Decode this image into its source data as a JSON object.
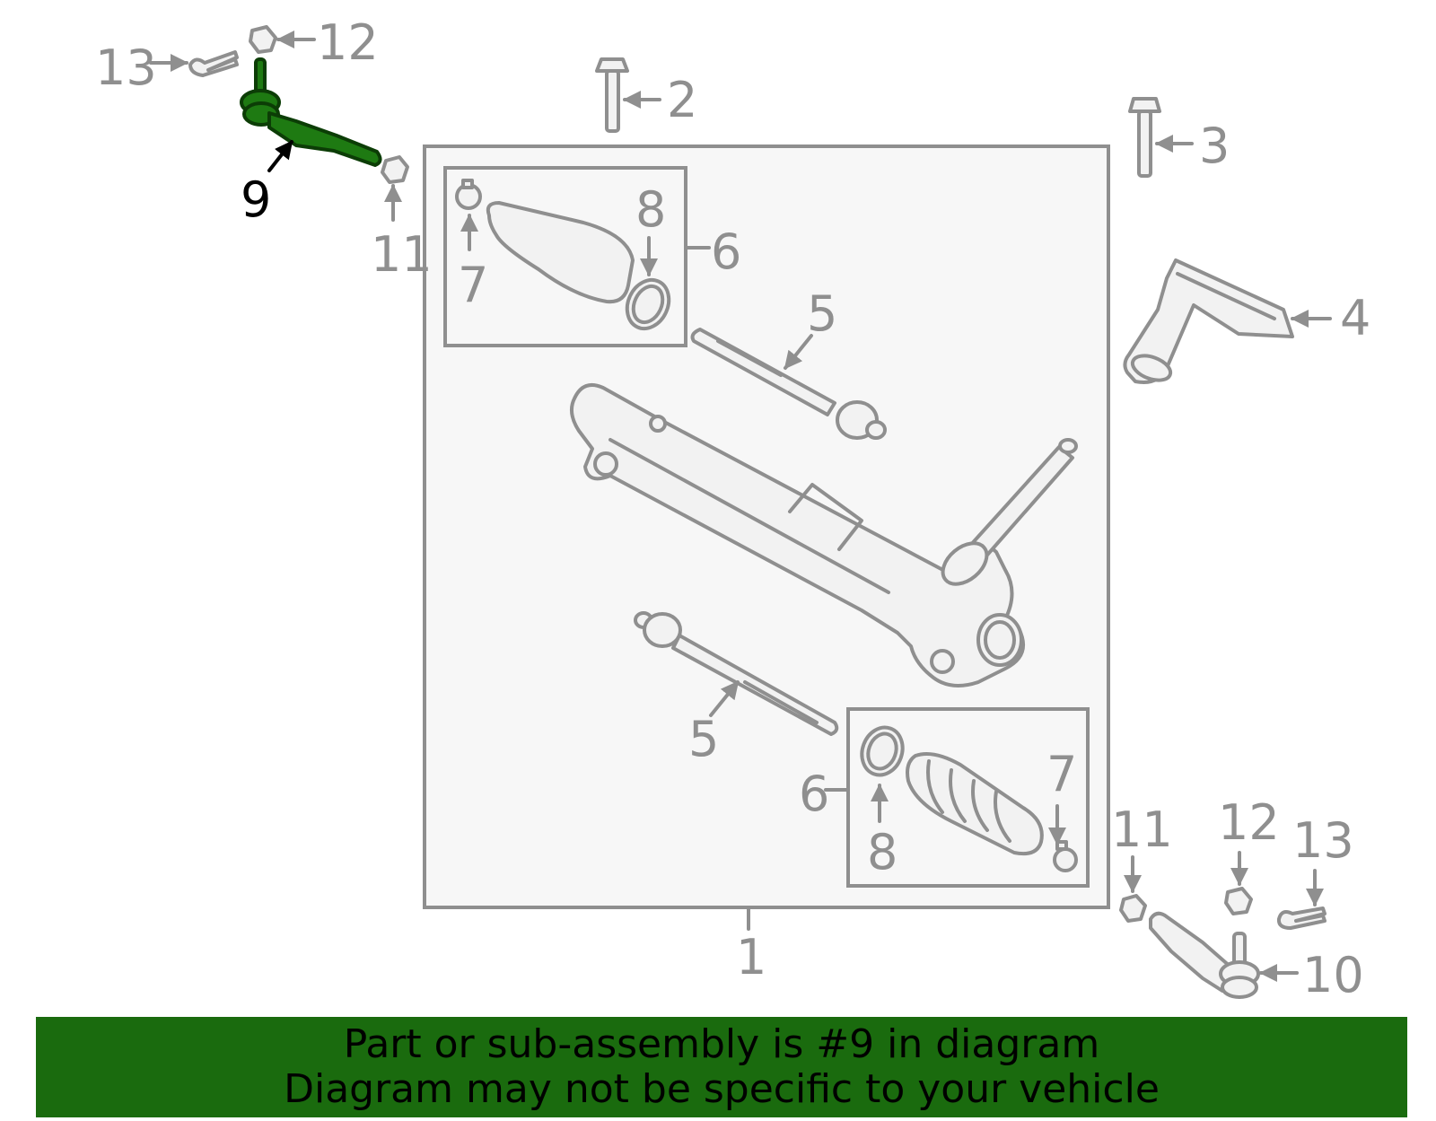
{
  "diagram": {
    "highlight_color": "#1e7a12",
    "part_color": "#8f8f8f",
    "callouts": {
      "c1": "1",
      "c2": "2",
      "c3": "3",
      "c4": "4",
      "c5a": "5",
      "c5b": "5",
      "c6a": "6",
      "c6b": "6",
      "c7a": "7",
      "c7b": "7",
      "c8a": "8",
      "c8b": "8",
      "c9": "9",
      "c10": "10",
      "c11a": "11",
      "c11b": "11",
      "c12a": "12",
      "c12b": "12",
      "c13a": "13",
      "c13b": "13"
    }
  },
  "banner": {
    "background": "#1a6b0e",
    "line1": "Part or sub-assembly is #9 in diagram",
    "line2": "Diagram may not be specific to your vehicle"
  }
}
